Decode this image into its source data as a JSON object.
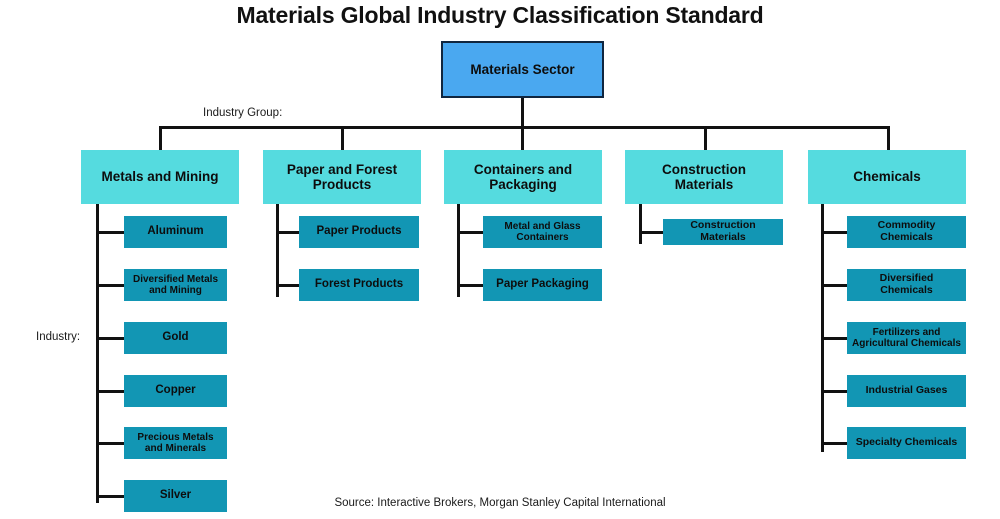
{
  "title": "Materials Global Industry Classification Standard",
  "source": "Source: Interactive Brokers, Morgan Stanley Capital International",
  "labels": {
    "industry_group": "Industry Group:",
    "industry": "Industry:"
  },
  "colors": {
    "sector_fill": "#4aa8f0",
    "sector_border": "#10263f",
    "group_fill": "#55dbdf",
    "leaf_fill": "#1296b4",
    "line": "#111111",
    "text": "#0d0d0d",
    "background": "#ffffff"
  },
  "chart_data": {
    "type": "tree",
    "title": "Materials Global Industry Classification Standard",
    "levels": [
      "Sector",
      "Industry Group",
      "Industry"
    ],
    "root": {
      "label": "Materials Sector",
      "level": "Sector"
    },
    "groups": [
      {
        "label": "Metals and Mining",
        "level": "Industry Group",
        "children": [
          {
            "label": "Aluminum"
          },
          {
            "label": "Diversified Metals and Mining"
          },
          {
            "label": "Gold"
          },
          {
            "label": "Copper"
          },
          {
            "label": "Precious Metals and Minerals"
          },
          {
            "label": "Silver"
          }
        ]
      },
      {
        "label": "Paper and Forest Products",
        "level": "Industry Group",
        "children": [
          {
            "label": "Paper Products"
          },
          {
            "label": "Forest Products"
          }
        ]
      },
      {
        "label": "Containers and Packaging",
        "level": "Industry Group",
        "children": [
          {
            "label": "Metal and Glass Containers"
          },
          {
            "label": "Paper Packaging"
          }
        ]
      },
      {
        "label": "Construction Materials",
        "level": "Industry Group",
        "children": [
          {
            "label": "Construction Materials"
          }
        ]
      },
      {
        "label": "Chemicals",
        "level": "Industry Group",
        "children": [
          {
            "label": "Commodity Chemicals"
          },
          {
            "label": "Diversified Chemicals"
          },
          {
            "label": "Fertilizers and Agricultural Chemicals"
          },
          {
            "label": "Industrial Gases"
          },
          {
            "label": "Specialty Chemicals"
          }
        ]
      }
    ]
  }
}
